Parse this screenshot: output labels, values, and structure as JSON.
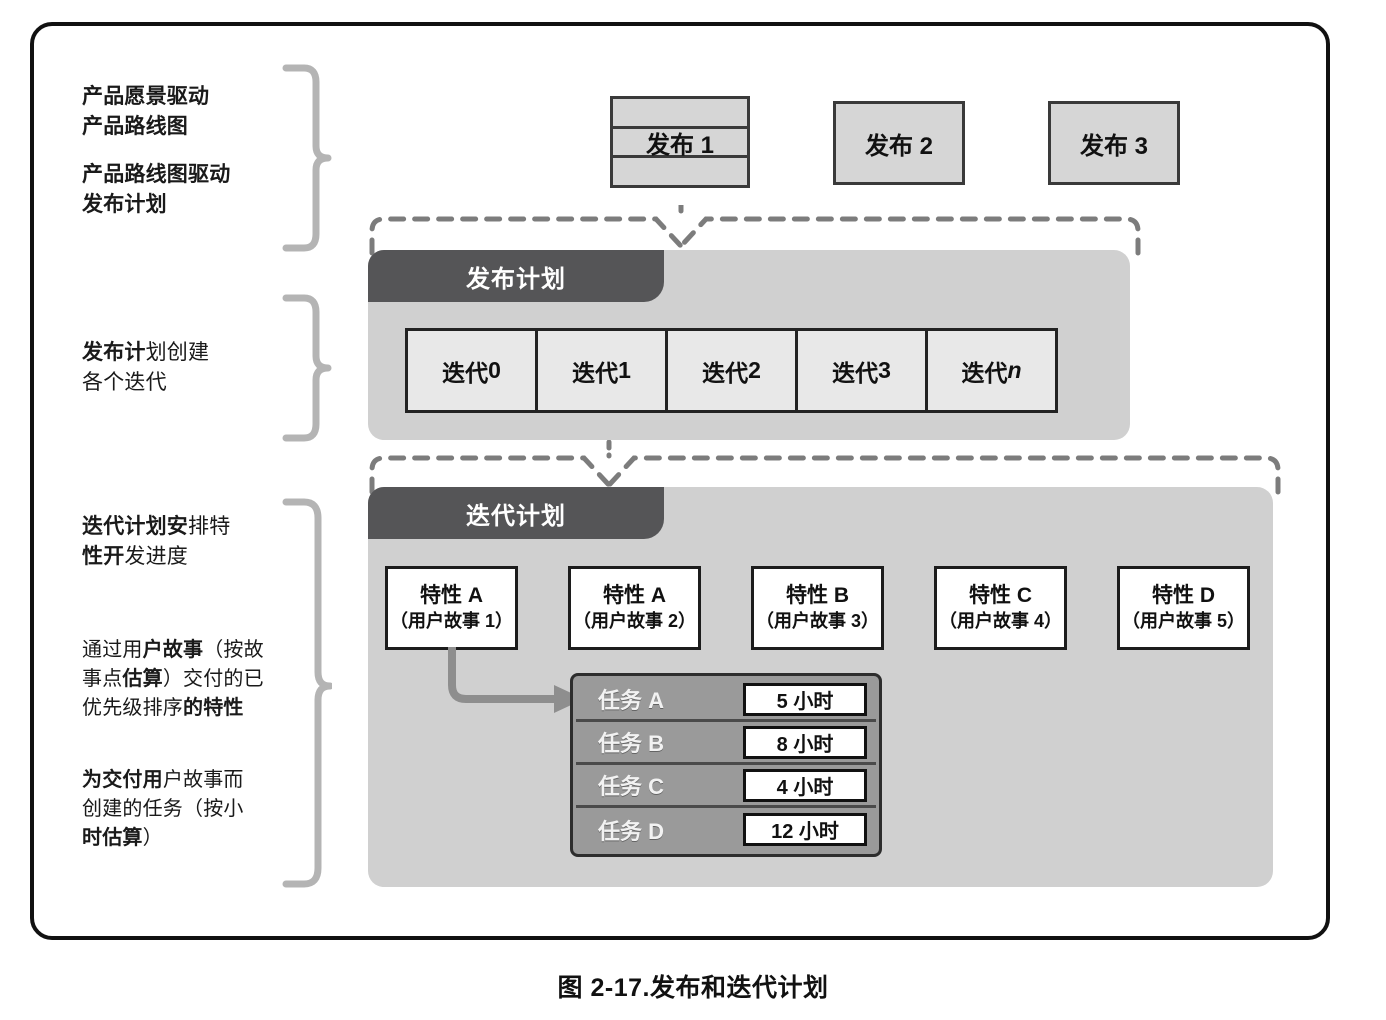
{
  "figure": {
    "caption": "图 2-17.发布和迭代计划"
  },
  "annotations": {
    "vision": {
      "bold1": "产品愿景驱动",
      "bold2": "产品路线图"
    },
    "roadmap": {
      "bold1": "产品路线图驱动",
      "bold2": "发布计划"
    },
    "release_create": {
      "bold": "发布计",
      "rest1": "划创建",
      "rest2": "各个迭代"
    },
    "iteration_schedule": {
      "bold1": "迭代计划安",
      "rest1": "排特",
      "bold2": "性开",
      "rest2": "发进度"
    },
    "user_story": {
      "r1a": "通过用",
      "b1": "户故事",
      "r1b": "（按故",
      "r2a": "事点",
      "b2": "估算",
      "r2b": "）交付的已",
      "r3a": "优先级排序",
      "b3": "的特性"
    },
    "tasks": {
      "b1": "为交付用",
      "r1": "户故事而",
      "r2": "创建的任务（按小",
      "b2": "时估算",
      "r3": "）"
    }
  },
  "releases": [
    {
      "label": "发布 1",
      "segmented": true
    },
    {
      "label": "发布 2",
      "segmented": false
    },
    {
      "label": "发布 3",
      "segmented": false
    }
  ],
  "release_plan": {
    "tab_label": "发布计划",
    "iterations": [
      {
        "prefix": "迭代 ",
        "value": "0",
        "italic": false
      },
      {
        "prefix": "迭代 ",
        "value": "1",
        "italic": false
      },
      {
        "prefix": "迭代 ",
        "value": "2",
        "italic": false
      },
      {
        "prefix": "迭代 ",
        "value": "3",
        "italic": false
      },
      {
        "prefix": "迭代 ",
        "value": "n",
        "italic": true
      }
    ]
  },
  "iteration_plan": {
    "tab_label": "迭代计划",
    "features": [
      {
        "title": "特性 A",
        "story": "（用户故事 1）"
      },
      {
        "title": "特性 A",
        "story": "（用户故事 2）"
      },
      {
        "title": "特性 B",
        "story": "（用户故事 3）"
      },
      {
        "title": "特性 C",
        "story": "（用户故事 4）"
      },
      {
        "title": "特性 D",
        "story": "（用户故事 5）"
      }
    ],
    "tasks": [
      {
        "name": "任务 A",
        "hours": "5 小时"
      },
      {
        "name": "任务 B",
        "hours": "8 小时"
      },
      {
        "name": "任务 C",
        "hours": "4 小时"
      },
      {
        "name": "任务 D",
        "hours": "12 小时"
      }
    ]
  },
  "colors": {
    "frame_border": "#111111",
    "panel_fill": "#d0d0d0",
    "tab_fill": "#555557",
    "release_box_fill": "#d6d6d6",
    "iteration_cell_fill": "#e8e8e8",
    "task_row_fill": "#9a9a9a",
    "brace_gray": "#b4b4b4",
    "dashed_gray": "#7c7c7c",
    "arrow_gray": "#8e8e8e"
  }
}
